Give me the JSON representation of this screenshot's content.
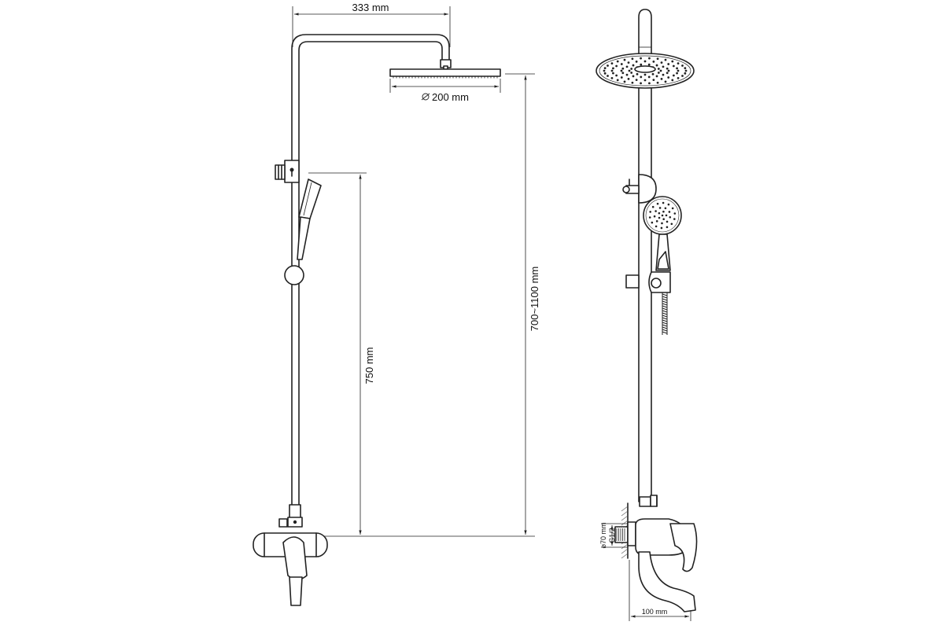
{
  "dimensions": {
    "arm_length": "333 mm",
    "head_diameter": "200 mm",
    "height_range": "700~1100 mm",
    "bar_height": "750 mm",
    "pipe_diameter": "⌀70 mm",
    "thread": "G1/2",
    "spout_length": "100 mm"
  },
  "icons": {
    "diameter_symbol": "diameter-icon"
  }
}
